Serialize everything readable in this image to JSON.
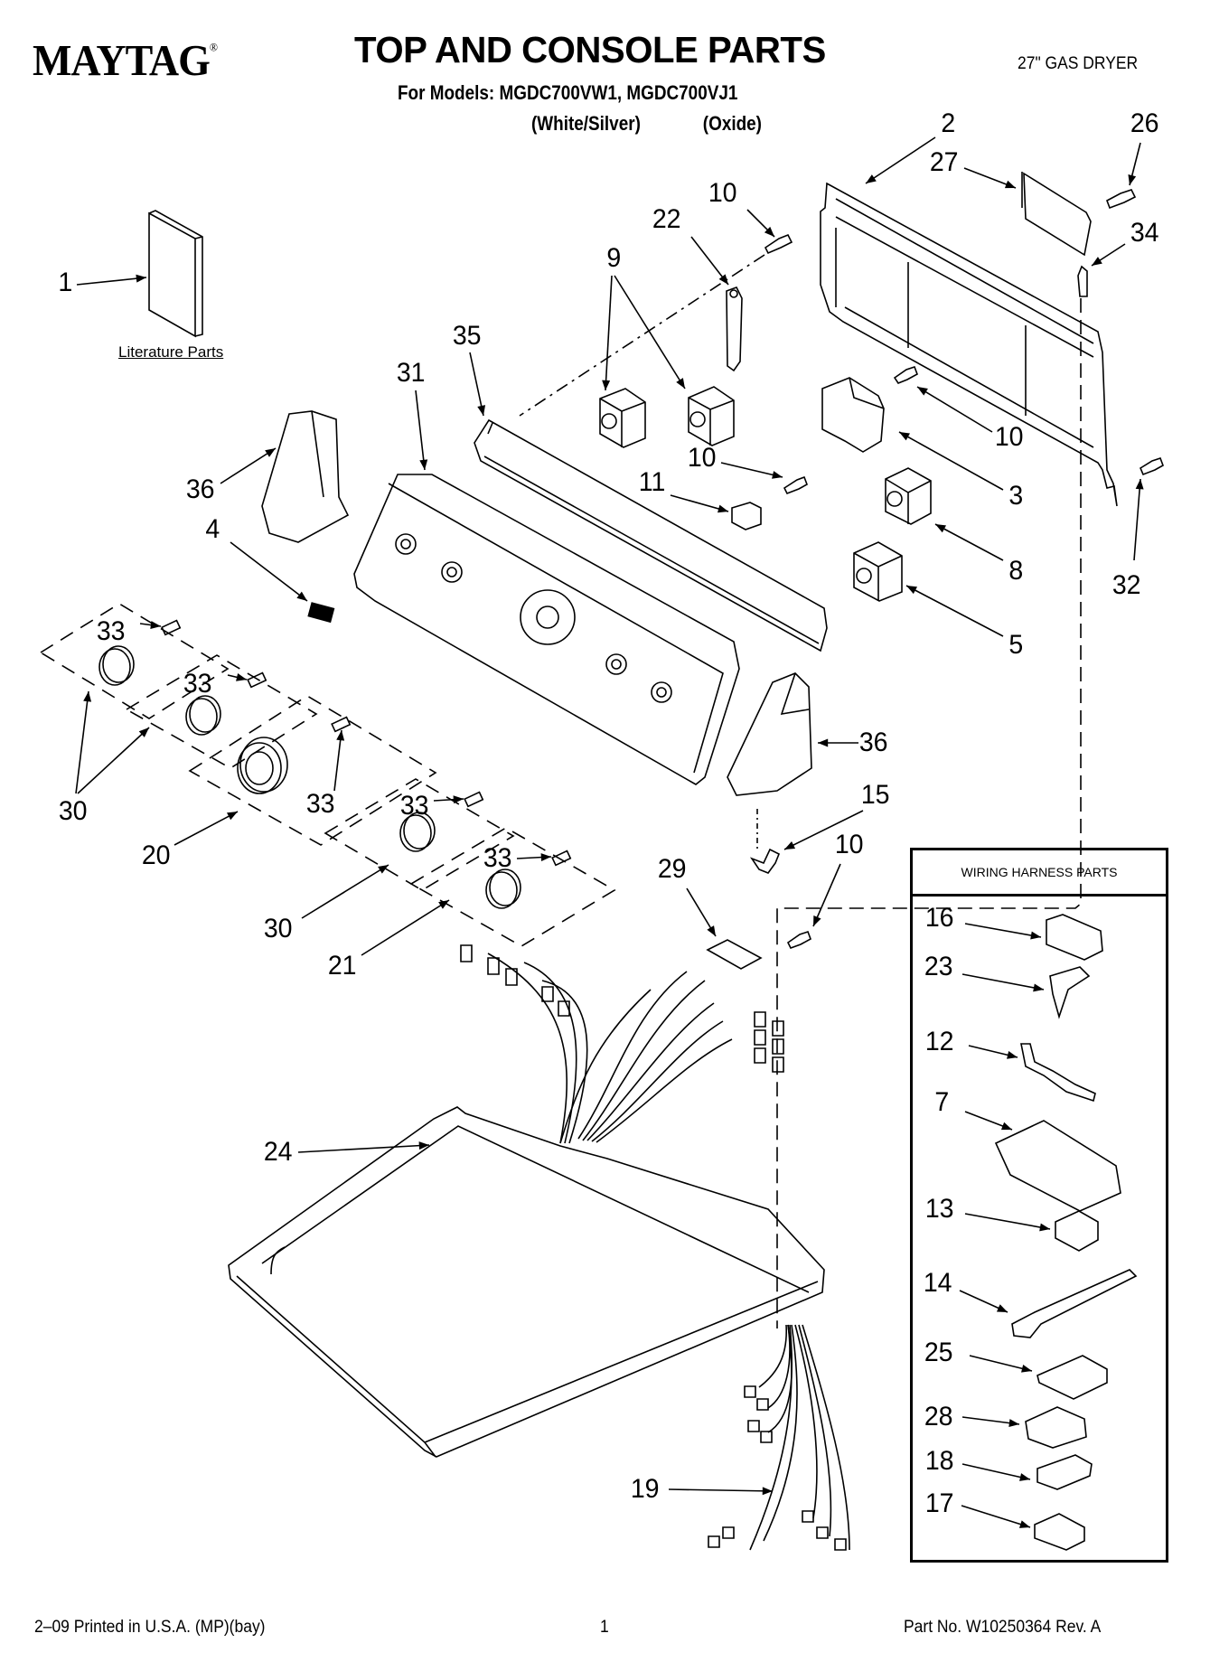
{
  "header": {
    "brand": "MAYTAG",
    "brand_mark": "®",
    "title": "TOP AND CONSOLE PARTS",
    "models_line": "For Models: MGDC700VW1, MGDC700VJ1",
    "variants": [
      "(White/Silver)",
      "(Oxide)"
    ],
    "product_type": "27\" GAS DRYER"
  },
  "literature": {
    "callout": "1",
    "label": "Literature Parts"
  },
  "callouts": [
    {
      "id": "2"
    },
    {
      "id": "26"
    },
    {
      "id": "27"
    },
    {
      "id": "34"
    },
    {
      "id": "10"
    },
    {
      "id": "22"
    },
    {
      "id": "9"
    },
    {
      "id": "35"
    },
    {
      "id": "31"
    },
    {
      "id": "10"
    },
    {
      "id": "10"
    },
    {
      "id": "11"
    },
    {
      "id": "3"
    },
    {
      "id": "36"
    },
    {
      "id": "4"
    },
    {
      "id": "8"
    },
    {
      "id": "32"
    },
    {
      "id": "33"
    },
    {
      "id": "5"
    },
    {
      "id": "33"
    },
    {
      "id": "36"
    },
    {
      "id": "30"
    },
    {
      "id": "33"
    },
    {
      "id": "33"
    },
    {
      "id": "15"
    },
    {
      "id": "20"
    },
    {
      "id": "33"
    },
    {
      "id": "10"
    },
    {
      "id": "29"
    },
    {
      "id": "30"
    },
    {
      "id": "21"
    },
    {
      "id": "24"
    },
    {
      "id": "19"
    }
  ],
  "wiring_harness": {
    "title": "WIRING HARNESS PARTS",
    "items": [
      "16",
      "23",
      "12",
      "7",
      "13",
      "14",
      "25",
      "28",
      "18",
      "17"
    ]
  },
  "footer": {
    "print_info": "2–09 Printed in U.S.A. (MP)(bay)",
    "page_number": "1",
    "part_number": "Part No. W10250364 Rev. A"
  }
}
